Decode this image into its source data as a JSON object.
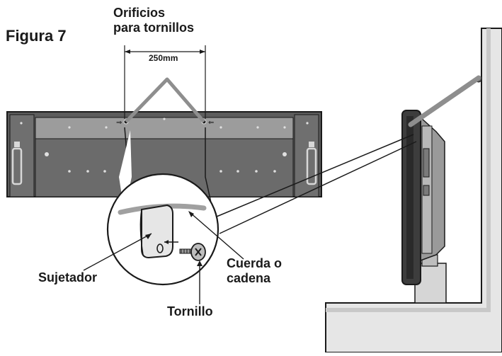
{
  "figure": {
    "title": "Figura 7"
  },
  "labels": {
    "screw_holes_line1": "Orificios",
    "screw_holes_line2": "para tornillos",
    "distance": "250mm",
    "rope_line1": "Cuerda o",
    "rope_line2": "cadena",
    "holder": "Sujetador",
    "screw": "Tornillo"
  },
  "colors": {
    "line": "#1a1a1a",
    "panel_dark": "#5c5c5c",
    "panel_mid": "#8a8a8a",
    "panel_light": "#bdbdbd",
    "wall": "#e6e6e6",
    "wall_inner": "#c8c8c8",
    "cord": "#8e8e8e"
  }
}
